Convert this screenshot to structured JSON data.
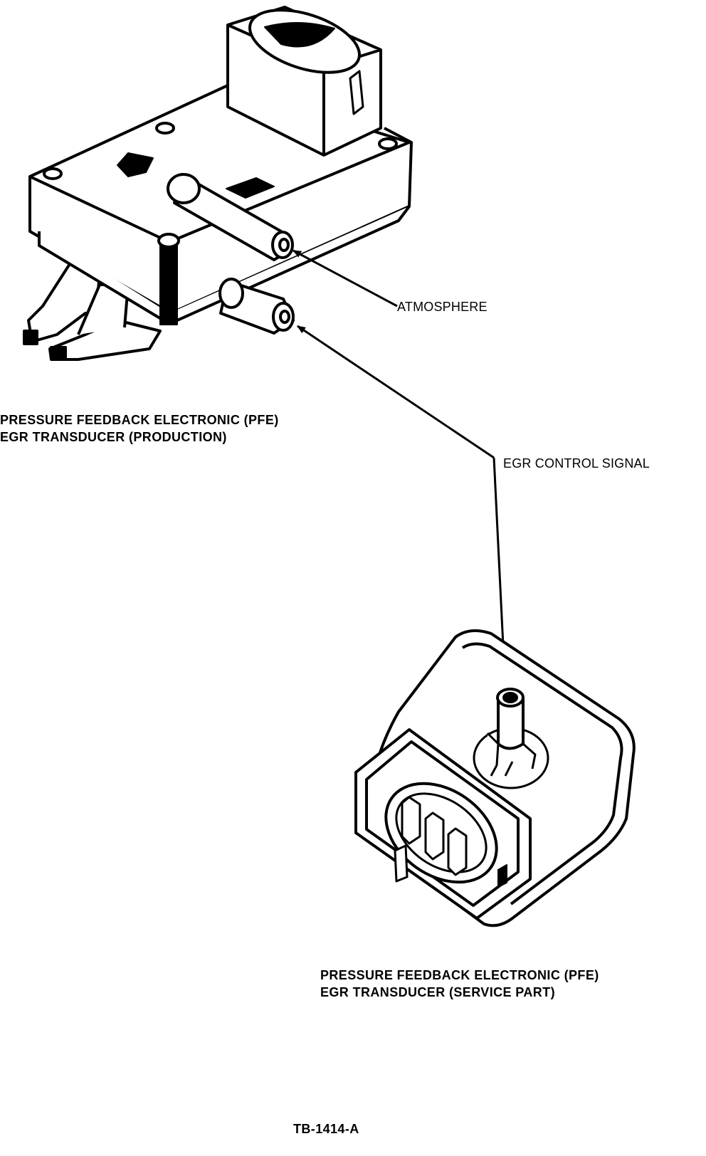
{
  "labels": {
    "atmosphere": "ATMOSPHERE",
    "egr_control_signal": "EGR CONTROL SIGNAL",
    "production_line1": "PRESSURE FEEDBACK ELECTRONIC (PFE)",
    "production_line2": "EGR TRANSDUCER (PRODUCTION)",
    "service_line1": "PRESSURE FEEDBACK ELECTRONIC (PFE)",
    "service_line2": "EGR TRANSDUCER (SERVICE PART)",
    "figure_id": "TB-1414-A"
  },
  "colors": {
    "ink": "#000000",
    "paper": "#ffffff"
  }
}
